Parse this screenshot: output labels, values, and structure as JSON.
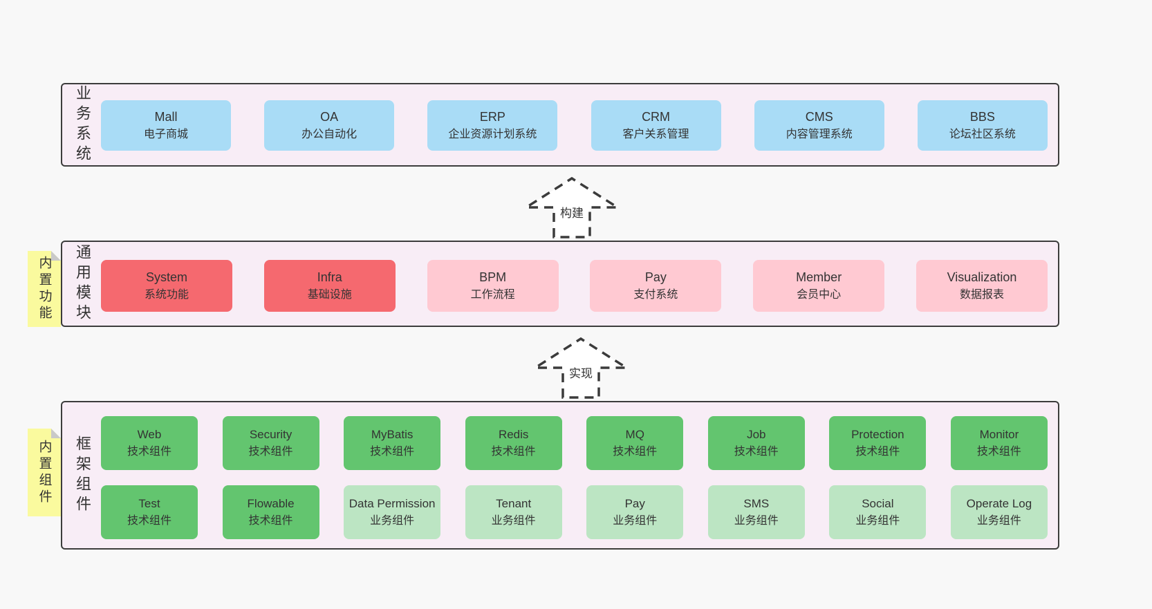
{
  "page": {
    "background": "#f8f8f8"
  },
  "colors": {
    "page_bg": "#f8f8f8",
    "panel_bg": "#f8edf6",
    "panel_border": "#3c3c3c",
    "blue_box": "#a9dcf6",
    "red_box": "#f5696f",
    "pink_box": "#ffc9d2",
    "green_box": "#63c56f",
    "light_green_box": "#bce5c3",
    "tab_yellow": "#fafa9e",
    "fold_gray": "#c9c9c9",
    "text": "#333333"
  },
  "arrows": {
    "build": "构建",
    "implement": "实现"
  },
  "sections": {
    "business": {
      "label": "业务系统",
      "items": [
        {
          "name": "Mall",
          "subtitle": "电子商城"
        },
        {
          "name": "OA",
          "subtitle": "办公自动化"
        },
        {
          "name": "ERP",
          "subtitle": "企业资源计划系统"
        },
        {
          "name": "CRM",
          "subtitle": "客户关系管理"
        },
        {
          "name": "CMS",
          "subtitle": "内容管理系统"
        },
        {
          "name": "BBS",
          "subtitle": "论坛社区系统"
        }
      ]
    },
    "modules": {
      "label": "通用模块",
      "tab": "内置功能",
      "items": [
        {
          "name": "System",
          "subtitle": "系统功能"
        },
        {
          "name": "Infra",
          "subtitle": "基础设施"
        },
        {
          "name": "BPM",
          "subtitle": "工作流程"
        },
        {
          "name": "Pay",
          "subtitle": "支付系统"
        },
        {
          "name": "Member",
          "subtitle": "会员中心"
        },
        {
          "name": "Visualization",
          "subtitle": "数据报表"
        }
      ]
    },
    "components": {
      "label": "框架组件",
      "tab": "内置组件",
      "row1": [
        {
          "name": "Web",
          "subtitle": "技术组件"
        },
        {
          "name": "Security",
          "subtitle": "技术组件"
        },
        {
          "name": "MyBatis",
          "subtitle": "技术组件"
        },
        {
          "name": "Redis",
          "subtitle": "技术组件"
        },
        {
          "name": "MQ",
          "subtitle": "技术组件"
        },
        {
          "name": "Job",
          "subtitle": "技术组件"
        },
        {
          "name": "Protection",
          "subtitle": "技术组件"
        },
        {
          "name": "Monitor",
          "subtitle": "技术组件"
        }
      ],
      "row2": [
        {
          "name": "Test",
          "subtitle": "技术组件"
        },
        {
          "name": "Flowable",
          "subtitle": "技术组件"
        },
        {
          "name": "Data Permission",
          "subtitle": "业务组件"
        },
        {
          "name": "Tenant",
          "subtitle": "业务组件"
        },
        {
          "name": "Pay",
          "subtitle": "业务组件"
        },
        {
          "name": "SMS",
          "subtitle": "业务组件"
        },
        {
          "name": "Social",
          "subtitle": "业务组件"
        },
        {
          "name": "Operate Log",
          "subtitle": "业务组件"
        }
      ]
    }
  }
}
